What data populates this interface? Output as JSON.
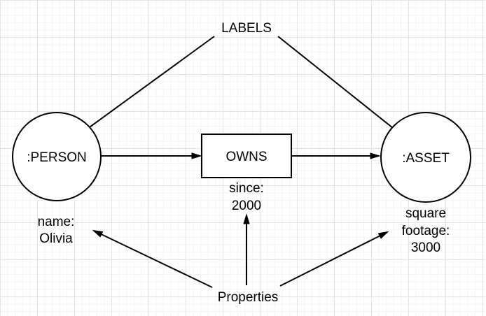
{
  "diagram": {
    "title_annotation": "LABELS",
    "properties_annotation": "Properties",
    "nodes": {
      "person": {
        "label": ":PERSON",
        "property_lines": [
          "name:",
          "Olivia"
        ]
      },
      "asset": {
        "label": ":ASSET",
        "property_lines": [
          "square",
          "footage:",
          "3000"
        ]
      }
    },
    "relationship": {
      "label": "OWNS",
      "property_lines": [
        "since:",
        "2000"
      ]
    },
    "colors": {
      "stroke": "#000000",
      "shape_fill": "#ffffff",
      "text": "#000000",
      "grid_major": "#e5e5e5",
      "grid_minor": "#f4f4f4",
      "background": "#ffffff"
    }
  }
}
